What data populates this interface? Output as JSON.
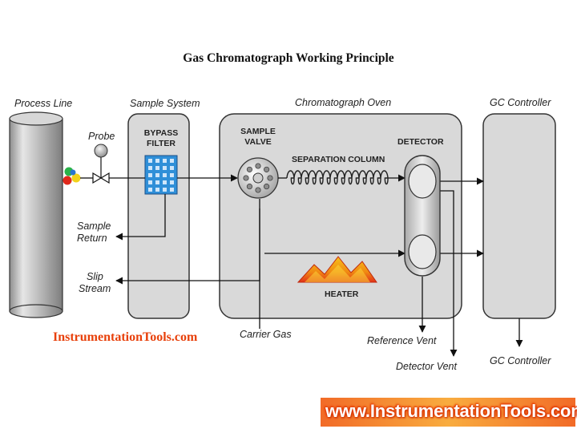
{
  "title": "Gas Chromatograph Working Principle",
  "labels": {
    "process_line": "Process Line",
    "sample_system": "Sample System",
    "chromatograph_oven": "Chromatograph Oven",
    "gc_controller_top": "GC Controller",
    "probe": "Probe",
    "bypass_filter_1": "BYPASS",
    "bypass_filter_2": "FILTER",
    "sample_valve_1": "SAMPLE",
    "sample_valve_2": "VALVE",
    "separation_column": "SEPARATION COLUMN",
    "detector": "DETECTOR",
    "heater": "HEATER",
    "sample_return_1": "Sample",
    "sample_return_2": "Return",
    "slip_stream_1": "Slip",
    "slip_stream_2": "Stream",
    "carrier_gas": "Carrier Gas",
    "reference_vent": "Reference Vent",
    "detector_vent": "Detector Vent",
    "gc_controller_bottom": "GC Controller"
  },
  "watermarks": {
    "brand": "InstrumentationTools.com",
    "url": "www.InstrumentationTools.com"
  },
  "colors": {
    "box_fill": "#d9d9d9",
    "box_stroke": "#333333",
    "filter_blue": "#2f8fd8",
    "heater_orange": "#f39a14",
    "heater_red": "#e2311a",
    "watermark_orange": "#e8400a"
  }
}
